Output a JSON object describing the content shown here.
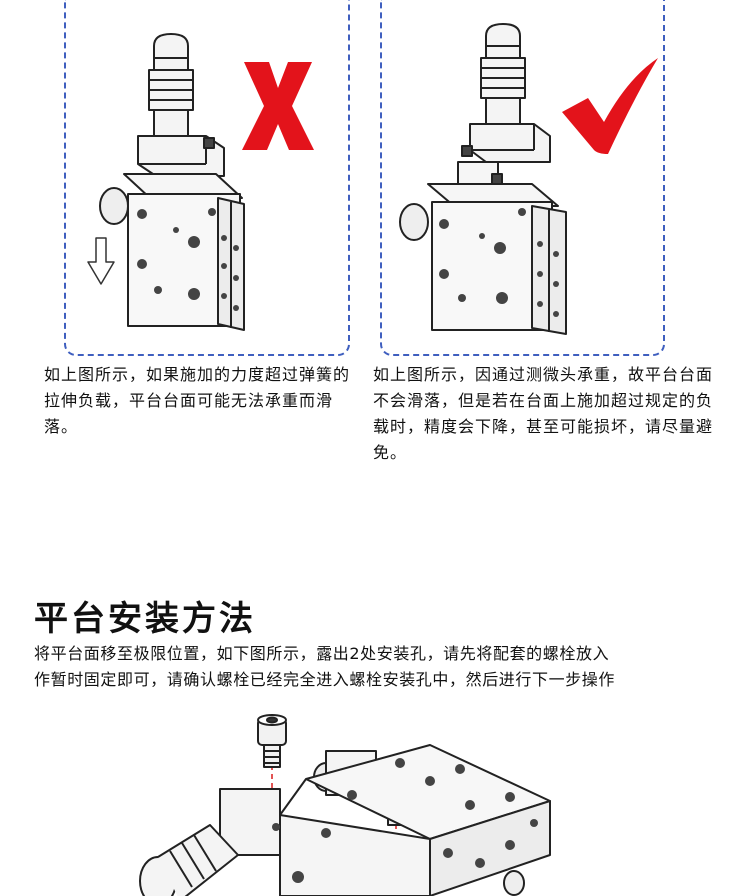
{
  "top_left": {
    "mark": "wrong-cross",
    "mark_color": "#e3131b",
    "caption": "如上图所示，如果施加的力度超过弹簧的拉伸负载，平台台面可能无法承重而滑落。"
  },
  "top_right": {
    "mark": "correct-check",
    "mark_color": "#e3131b",
    "caption": "如上图所示，因通过测微头承重，故平台台面不会滑落，但是若在台面上施加超过规定的负载时，精度会下降，甚至可能损坏，请尽量避免。"
  },
  "section": {
    "title": "平台安装方法",
    "line1": "将平台面移至极限位置，如下图所示，露出2处安装孔，请先将配套的螺栓放入",
    "line2": "作暂时固定即可，请确认螺栓已经完全进入螺栓安装孔中，然后进行下一步操作"
  },
  "colors": {
    "panel_border": "#3f5fbf",
    "text": "#111111",
    "leader_line": "#d81b1b"
  }
}
